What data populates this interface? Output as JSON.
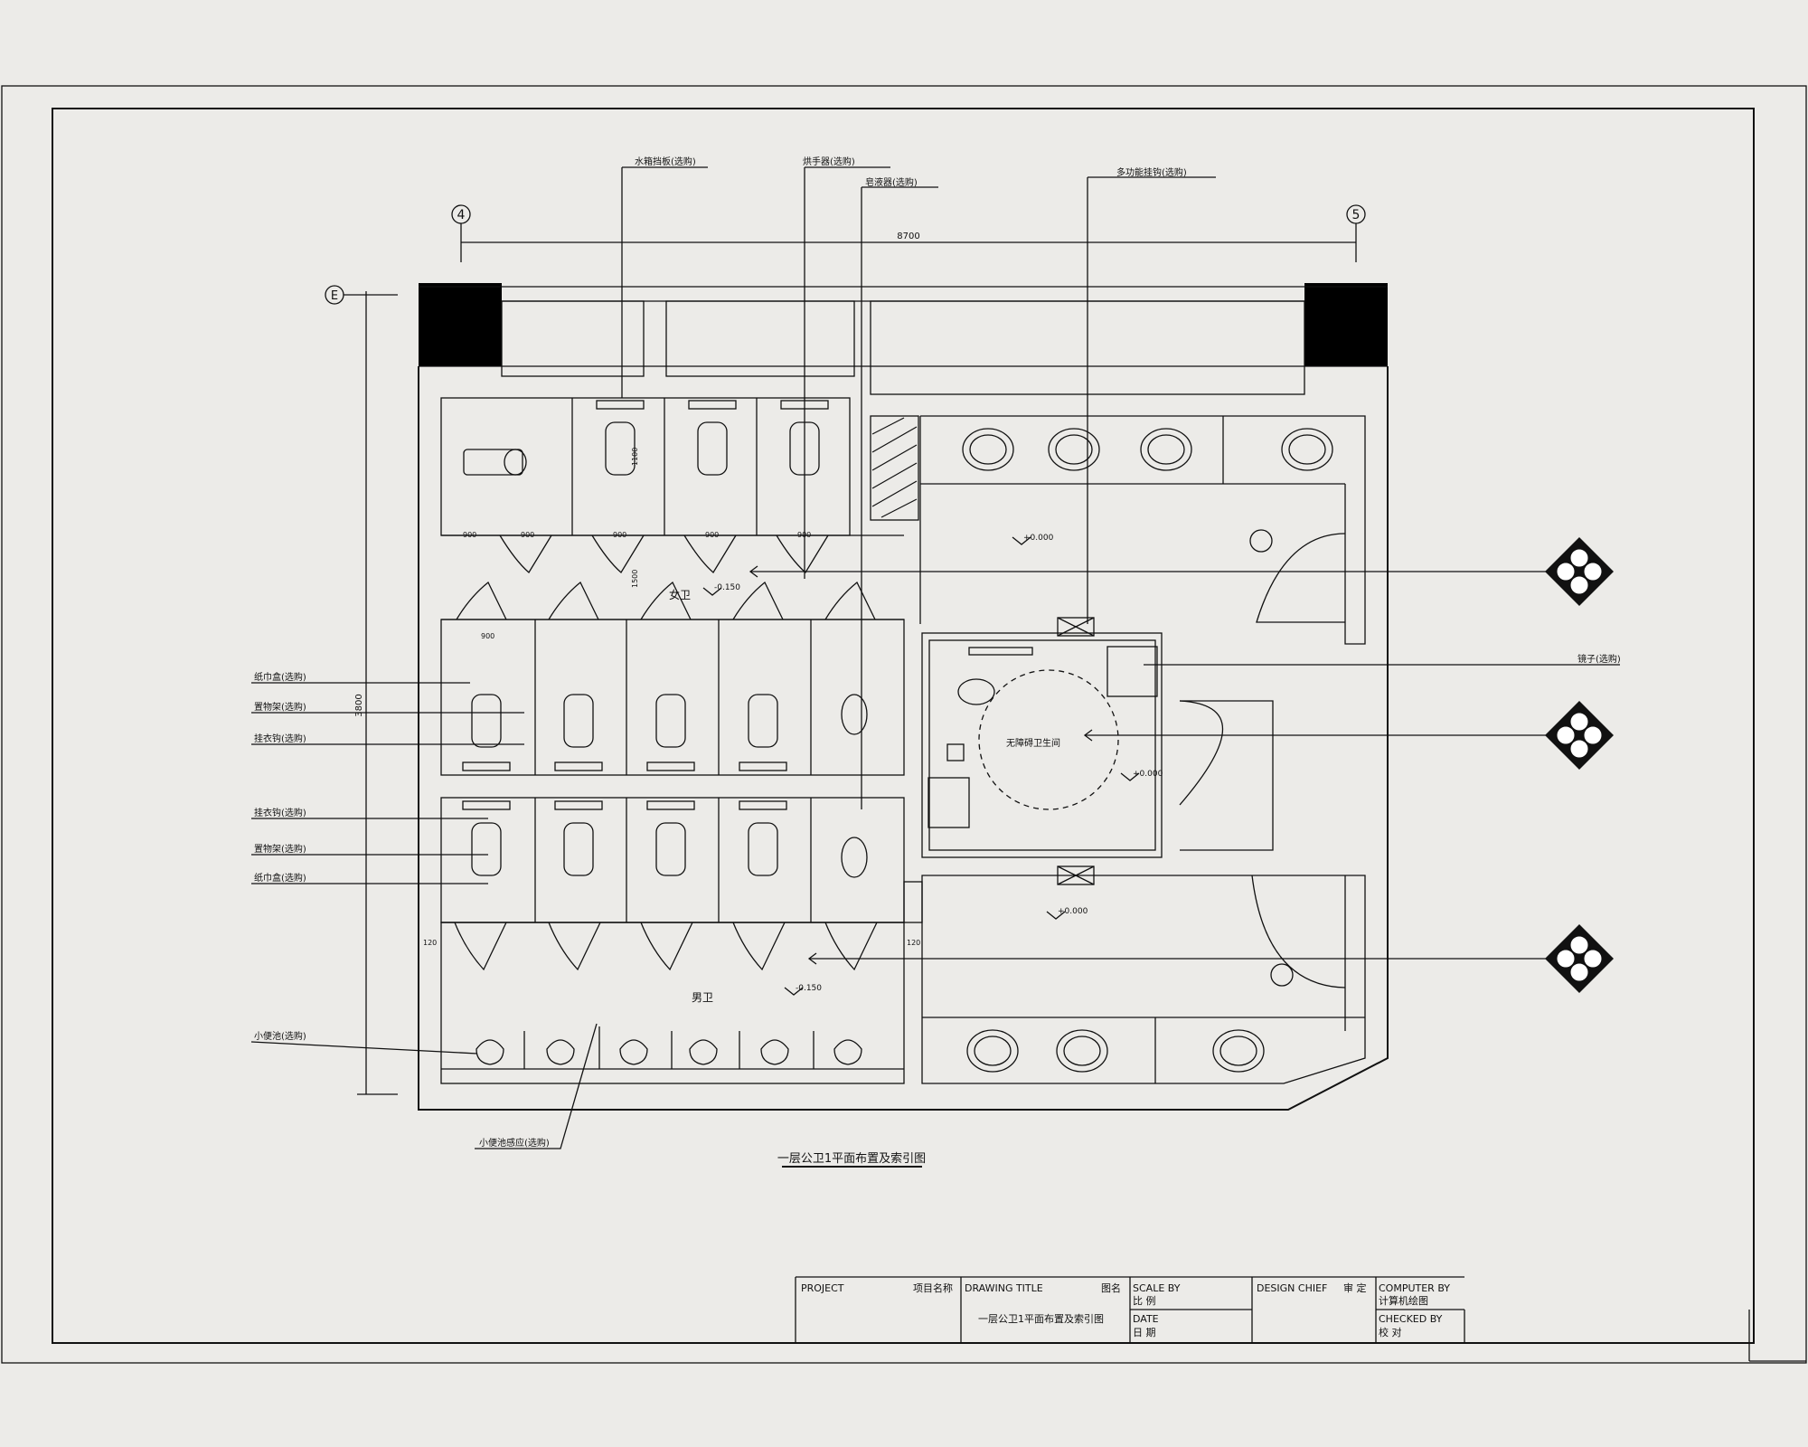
{
  "axes": {
    "axis_4": "4",
    "axis_5": "5",
    "axis_e": "E"
  },
  "dimensions": {
    "top_overall": "8700",
    "left_overall": "3800",
    "stall_depth": "1100",
    "corridor_width": "1500",
    "half_1": "120",
    "half_2": "120"
  },
  "elevations": {
    "e1": "+0.000",
    "e2": "-0.150",
    "e3": "+0.000",
    "e4": "+0.000",
    "e5": "-0.150"
  },
  "rooms": {
    "female": "女卫",
    "male": "男卫",
    "accessible": "无障碍卫生间"
  },
  "stall_widths": [
    "900",
    "900",
    "900",
    "900",
    "900",
    "900"
  ],
  "labels": {
    "water_tank": "水箱挡板(选购)",
    "hand_dryer": "烘手器(选购)",
    "soap": "皂液器(选购)",
    "multi": "多功能挂钩(选购)",
    "tissue_1": "纸巾盒(选购)",
    "shelf_1": "置物架(选购)",
    "hook_1": "挂衣钩(选购)",
    "hook_2": "挂衣钩(选购)",
    "shelf_2": "置物架(选购)",
    "tissue_2": "纸巾盒(选购)",
    "urinal": "小便池(选购)",
    "urinal_sensor": "小便池感应(选购)",
    "mirror": "镜子(选购)"
  },
  "drawing_title": "一层公卫1平面布置及索引图",
  "title_block": {
    "project": "PROJECT",
    "project_cn": "项目名称",
    "drawing_title_label": "DRAWING TITLE",
    "drawing_title_cn": "图名",
    "drawing_title_value": "一层公卫1平面布置及索引图",
    "scale_label": "SCALE BY",
    "scale_cn": "比 例",
    "date_label": "DATE",
    "date_cn": "日 期",
    "design_chief": "DESIGN CHIEF",
    "design_chief_cn": "审 定",
    "computer_by": "COMPUTER BY",
    "computer_by_cn": "计算机绘图",
    "checked_by": "CHECKED BY",
    "checked_by_cn": "校 对"
  }
}
